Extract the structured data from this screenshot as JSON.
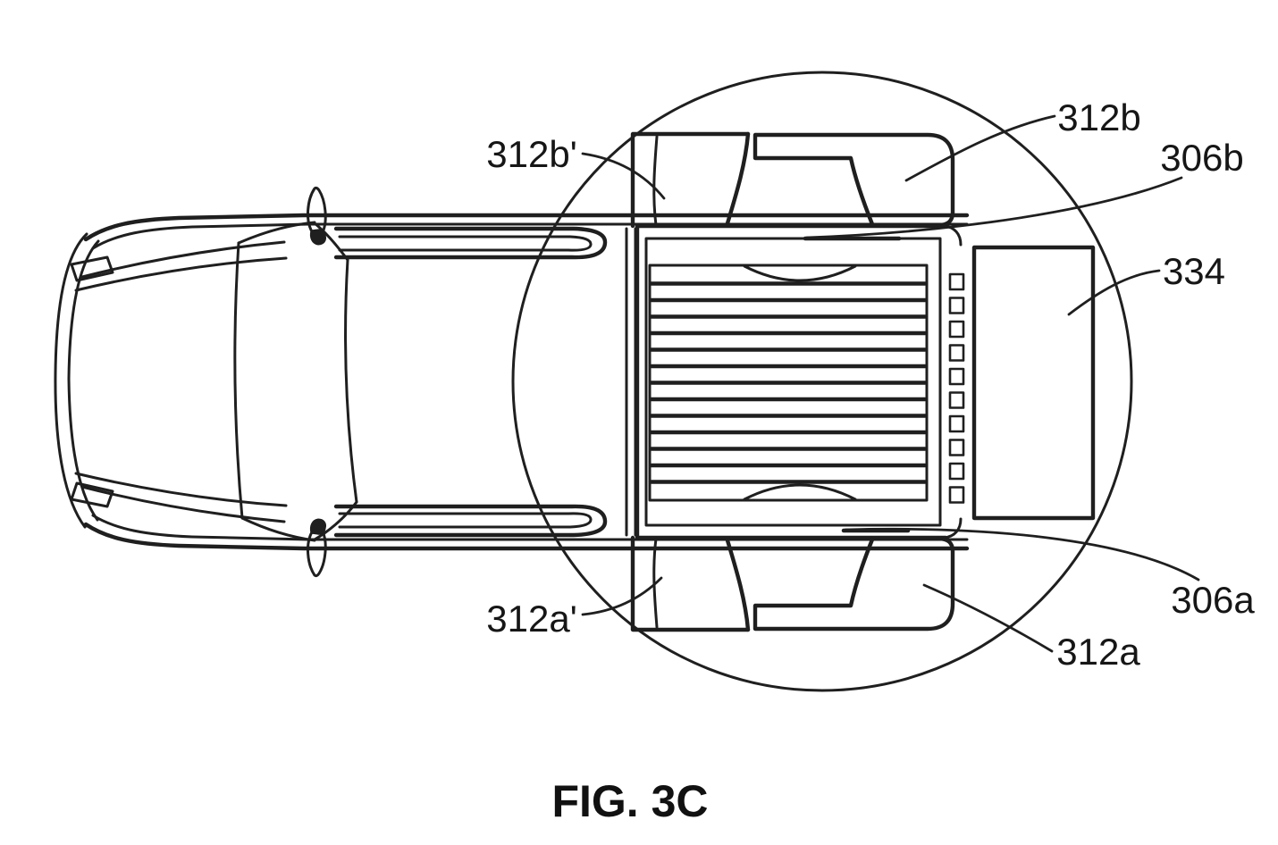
{
  "figure": {
    "caption": "FIG. 3C"
  },
  "labels": {
    "l312b_prime": {
      "text": "312b'"
    },
    "l312b": {
      "text": "312b"
    },
    "l306b": {
      "text": "306b"
    },
    "l334": {
      "text": "334"
    },
    "l306a": {
      "text": "306a"
    },
    "l312a": {
      "text": "312a"
    },
    "l312a_prime": {
      "text": "312a'"
    }
  },
  "colors": {
    "ink": "#1f1f1f",
    "paper": "#ffffff"
  }
}
